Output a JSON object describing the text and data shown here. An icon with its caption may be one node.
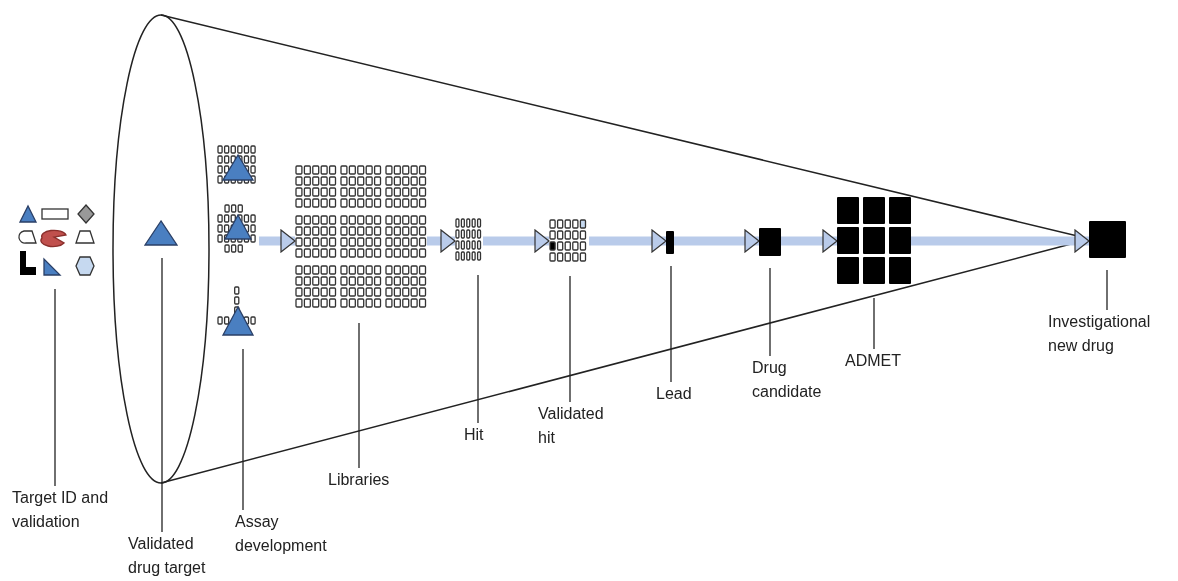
{
  "diagram": {
    "nodes": [
      {
        "text": [
          "Target ID and validation"
        ]
      },
      {
        "text": [
          "Validated drug target"
        ]
      },
      {
        "text": [
          "Assay development"
        ]
      },
      {
        "text": [
          "Libraries"
        ]
      },
      {
        "text": [
          "Hit"
        ]
      },
      {
        "text": [
          "Validated hit"
        ]
      },
      {
        "text": [
          "Lead"
        ]
      },
      {
        "text": [
          "Drug candidate"
        ]
      },
      {
        "text": [
          "ADMET"
        ]
      },
      {
        "text": [
          "Investigational new drug"
        ]
      },
      {
        "text": [],
        "shape": "picture"
      },
      {
        "text": [],
        "shape": "picture"
      },
      {
        "text": [],
        "shape": "picture"
      },
      {
        "text": [],
        "shape": "picture"
      },
      {
        "text": [],
        "shape": "picture"
      },
      {
        "text": [],
        "shape": "picture"
      },
      {
        "text": [],
        "shape": "box"
      },
      {
        "text": [],
        "shape": "box"
      },
      {
        "text": [],
        "shape": "picture"
      },
      {
        "text": [],
        "shape": "box"
      }
    ],
    "edges": [
      {
        "from": 12,
        "to": 13,
        "arrow": "to",
        "style": "thick",
        "color": "#b9cbea"
      },
      {
        "from": 13,
        "to": 14,
        "arrow": "to",
        "style": "thick",
        "color": "#b9cbea"
      },
      {
        "from": 14,
        "to": 15,
        "arrow": "to",
        "style": "thick",
        "color": "#b9cbea"
      },
      {
        "from": 15,
        "to": 16,
        "arrow": "to",
        "style": "thick",
        "color": "#b9cbea"
      },
      {
        "from": 16,
        "to": 17,
        "arrow": "to",
        "style": "thick",
        "color": "#b9cbea"
      },
      {
        "from": 17,
        "to": 18,
        "arrow": "to",
        "style": "thick",
        "color": "#b9cbea"
      },
      {
        "from": 18,
        "to": 19,
        "arrow": "to",
        "style": "thick",
        "color": "#b9cbea"
      },
      {
        "from": 0,
        "to": 10,
        "arrow": "none"
      },
      {
        "from": 1,
        "to": 11,
        "arrow": "none"
      },
      {
        "from": 2,
        "to": 12,
        "arrow": "none"
      },
      {
        "from": 3,
        "to": 13,
        "arrow": "none"
      },
      {
        "from": 4,
        "to": 14,
        "arrow": "none"
      },
      {
        "from": 5,
        "to": 15,
        "arrow": "none"
      },
      {
        "from": 6,
        "to": 16,
        "arrow": "none"
      },
      {
        "from": 7,
        "to": 17,
        "arrow": "none"
      },
      {
        "from": 8,
        "to": 18,
        "arrow": "none"
      },
      {
        "from": 9,
        "to": 19,
        "arrow": "none"
      }
    ]
  }
}
